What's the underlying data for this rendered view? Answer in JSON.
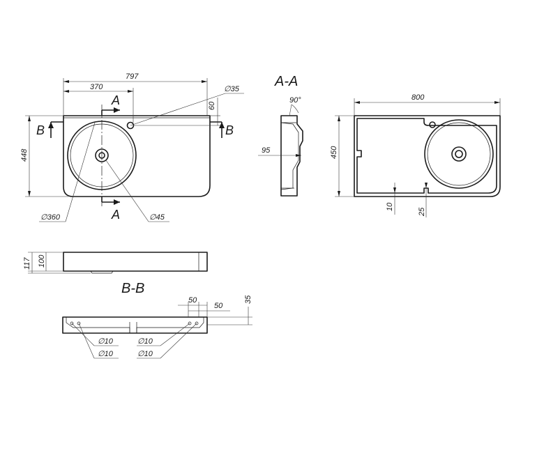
{
  "views": {
    "front": {
      "dim_overall_width": "797",
      "dim_bowl_offset": "370",
      "dim_height": "448",
      "dim_overflow_dia": "∅35",
      "dim_overflow_offset": "60",
      "dim_bowl_dia": "∅360",
      "dim_drain_dia": "∅45",
      "section_a_top": "A",
      "section_a_bottom": "A",
      "section_b_left": "B",
      "section_b_right": "B"
    },
    "section_aa": {
      "title": "A-A",
      "dim_angle": "90°",
      "dim_depth": "95"
    },
    "top": {
      "dim_width": "800",
      "dim_depth": "450",
      "dim_wall": "10",
      "dim_notch": "25"
    },
    "side": {
      "dim_total": "117",
      "dim_body": "100"
    },
    "section_bb": {
      "title": "B-B",
      "dim_step1": "50",
      "dim_step2": "50",
      "dim_height": "35",
      "hole_1": "∅10",
      "hole_2": "∅10",
      "hole_3": "∅10",
      "hole_4": "∅10"
    }
  }
}
